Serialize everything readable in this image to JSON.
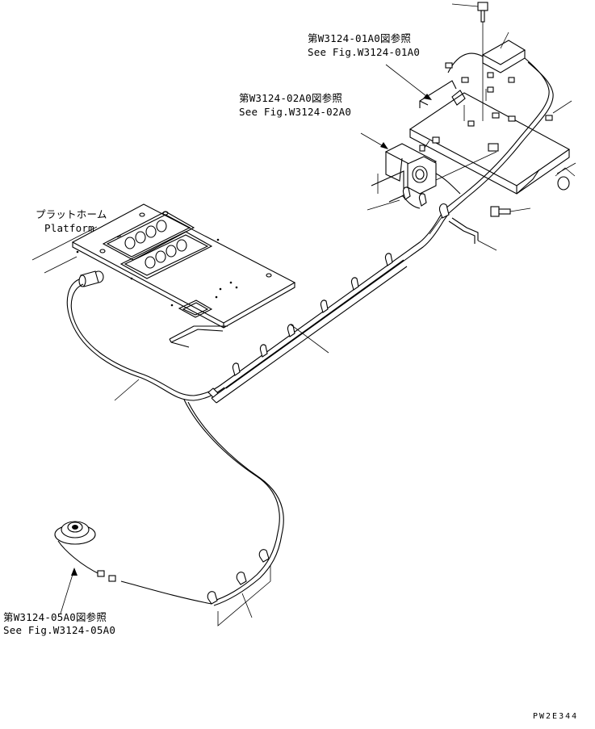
{
  "refs": {
    "fig01_jp": "第W3124-01A0図参照",
    "fig01_en": "See Fig.W3124-01A0",
    "fig02_jp": "第W3124-02A0図参照",
    "fig02_en": "See Fig.W3124-02A0",
    "fig05_jp": "第W3124-05A0図参照",
    "fig05_en": "See Fig.W3124-05A0"
  },
  "platform": {
    "jp": "プラットホーム",
    "en": "Platform"
  },
  "drawing_code": "PW2E344"
}
